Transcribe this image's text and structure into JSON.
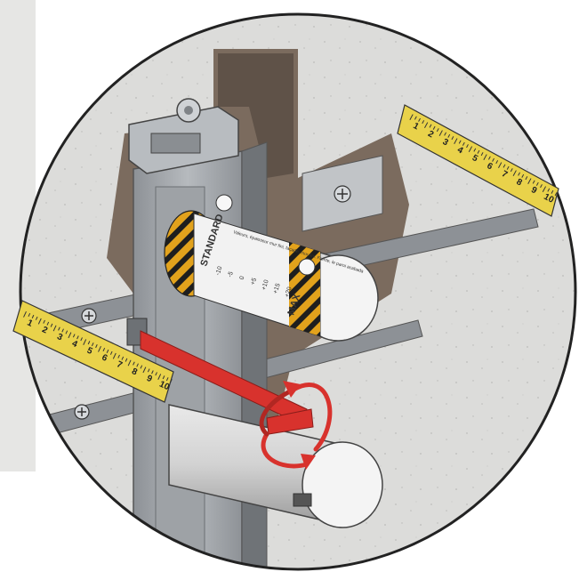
{
  "illustration": {
    "label_standard": "STANDARD",
    "label_max": "MAX",
    "scale_values": [
      "-10",
      "-5",
      "0",
      "+5",
      "+10",
      "+15",
      "+20"
    ],
    "ruler_numbers": [
      "1",
      "2",
      "3",
      "4",
      "5",
      "6",
      "7",
      "8",
      "9",
      "10"
    ],
    "instruction_text": "Valeurs, épaisseur mur fini, façade, mur fini. Frente, le paroi acabada"
  },
  "colors": {
    "concrete": "#dcdcda",
    "frame": "#a9adb1",
    "ruler": "#e9d24a",
    "arrow": "#d8322d",
    "label_hazard": "#e2a21c",
    "cap": "#f4f4f4"
  }
}
